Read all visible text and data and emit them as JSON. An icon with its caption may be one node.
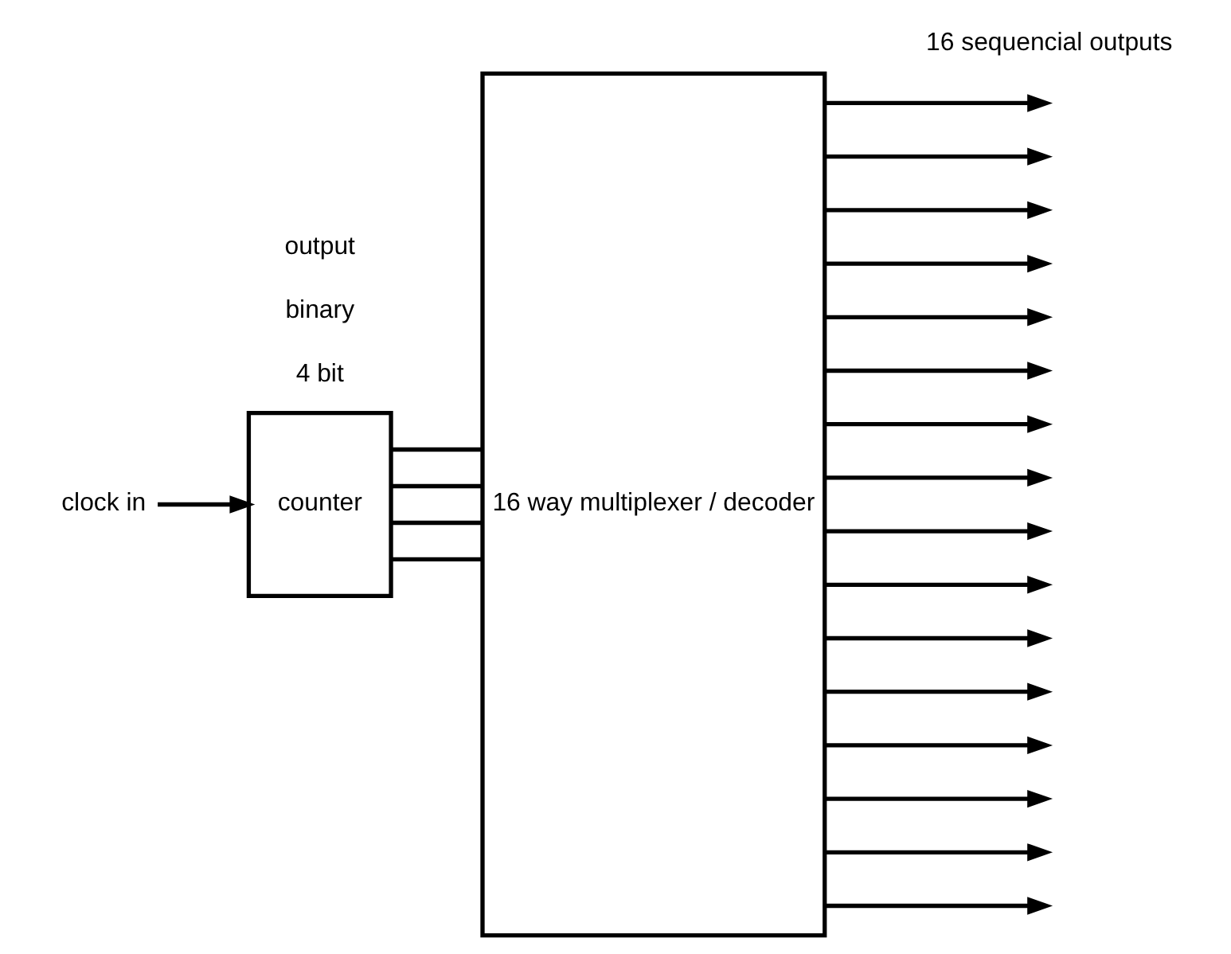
{
  "diagram": {
    "nodes": [
      {
        "text": [
          "clock in"
        ]
      },
      {
        "text": [
          "counter"
        ]
      },
      {
        "text": [
          "16 way multiplexer / decoder"
        ]
      }
    ],
    "edges": [
      {
        "from": 0,
        "to": 1,
        "arrow": "to"
      },
      {
        "from": 1,
        "to": 2,
        "arrow": "none"
      },
      {
        "from": 1,
        "to": 2,
        "arrow": "none"
      },
      {
        "from": 1,
        "to": 2,
        "arrow": "none"
      },
      {
        "from": 1,
        "to": 2,
        "arrow": "none"
      },
      {
        "from": 2,
        "to": null,
        "arrow": "to"
      },
      {
        "from": 2,
        "to": null,
        "arrow": "to"
      },
      {
        "from": 2,
        "to": null,
        "arrow": "to"
      },
      {
        "from": 2,
        "to": null,
        "arrow": "to"
      },
      {
        "from": 2,
        "to": null,
        "arrow": "to"
      },
      {
        "from": 2,
        "to": null,
        "arrow": "to"
      },
      {
        "from": 2,
        "to": null,
        "arrow": "to"
      },
      {
        "from": 2,
        "to": null,
        "arrow": "to"
      },
      {
        "from": 2,
        "to": null,
        "arrow": "to"
      },
      {
        "from": 2,
        "to": null,
        "arrow": "to"
      },
      {
        "from": 2,
        "to": null,
        "arrow": "to"
      },
      {
        "from": 2,
        "to": null,
        "arrow": "to"
      },
      {
        "from": 2,
        "to": null,
        "arrow": "to"
      },
      {
        "from": 2,
        "to": null,
        "arrow": "to"
      },
      {
        "from": 2,
        "to": null,
        "arrow": "to"
      },
      {
        "from": 2,
        "to": null,
        "arrow": "to"
      }
    ],
    "labels": [
      "4 bit",
      "binary",
      "output",
      "16 sequencial outputs"
    ]
  }
}
